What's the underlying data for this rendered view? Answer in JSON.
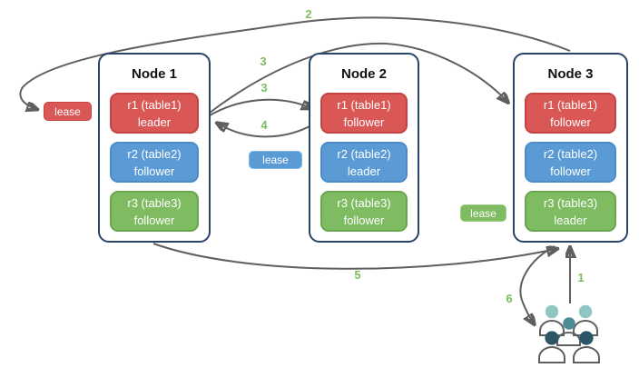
{
  "nodes": [
    {
      "title": "Node 1",
      "replicas": [
        {
          "name": "r1 (table1)",
          "role": "leader",
          "color": "red"
        },
        {
          "name": "r2 (table2)",
          "role": "follower",
          "color": "blue"
        },
        {
          "name": "r3 (table3)",
          "role": "follower",
          "color": "green"
        }
      ]
    },
    {
      "title": "Node 2",
      "replicas": [
        {
          "name": "r1 (table1)",
          "role": "follower",
          "color": "red"
        },
        {
          "name": "r2 (table2)",
          "role": "leader",
          "color": "blue"
        },
        {
          "name": "r3 (table3)",
          "role": "follower",
          "color": "green"
        }
      ]
    },
    {
      "title": "Node 3",
      "replicas": [
        {
          "name": "r1 (table1)",
          "role": "follower",
          "color": "red"
        },
        {
          "name": "r2 (table2)",
          "role": "follower",
          "color": "blue"
        },
        {
          "name": "r3 (table3)",
          "role": "leader",
          "color": "green"
        }
      ]
    }
  ],
  "leases": {
    "red": {
      "label": "lease",
      "color": "#d95755"
    },
    "blue": {
      "label": "lease",
      "color": "#5b9bd5"
    },
    "green": {
      "label": "lease",
      "color": "#7ebb61"
    }
  },
  "steps": {
    "s1": "1",
    "s2": "2",
    "s3a": "3",
    "s3b": "3",
    "s4": "4",
    "s5": "5",
    "s6": "6"
  },
  "icons": {
    "users": "users-icon"
  },
  "colors": {
    "replica_red": "#d95755",
    "replica_red_border": "#c54341",
    "replica_blue": "#5b9bd5",
    "replica_blue_border": "#4d8bc8",
    "replica_green": "#7ebb61",
    "replica_green_border": "#68a74b",
    "node_border": "#27456b",
    "arrow_gray": "#5f5f5f",
    "step_label_green": "#7bbd5e",
    "users_light_teal": "#8fc5c2",
    "users_medium_teal": "#4e8d98",
    "users_dark_teal": "#2c5666"
  }
}
